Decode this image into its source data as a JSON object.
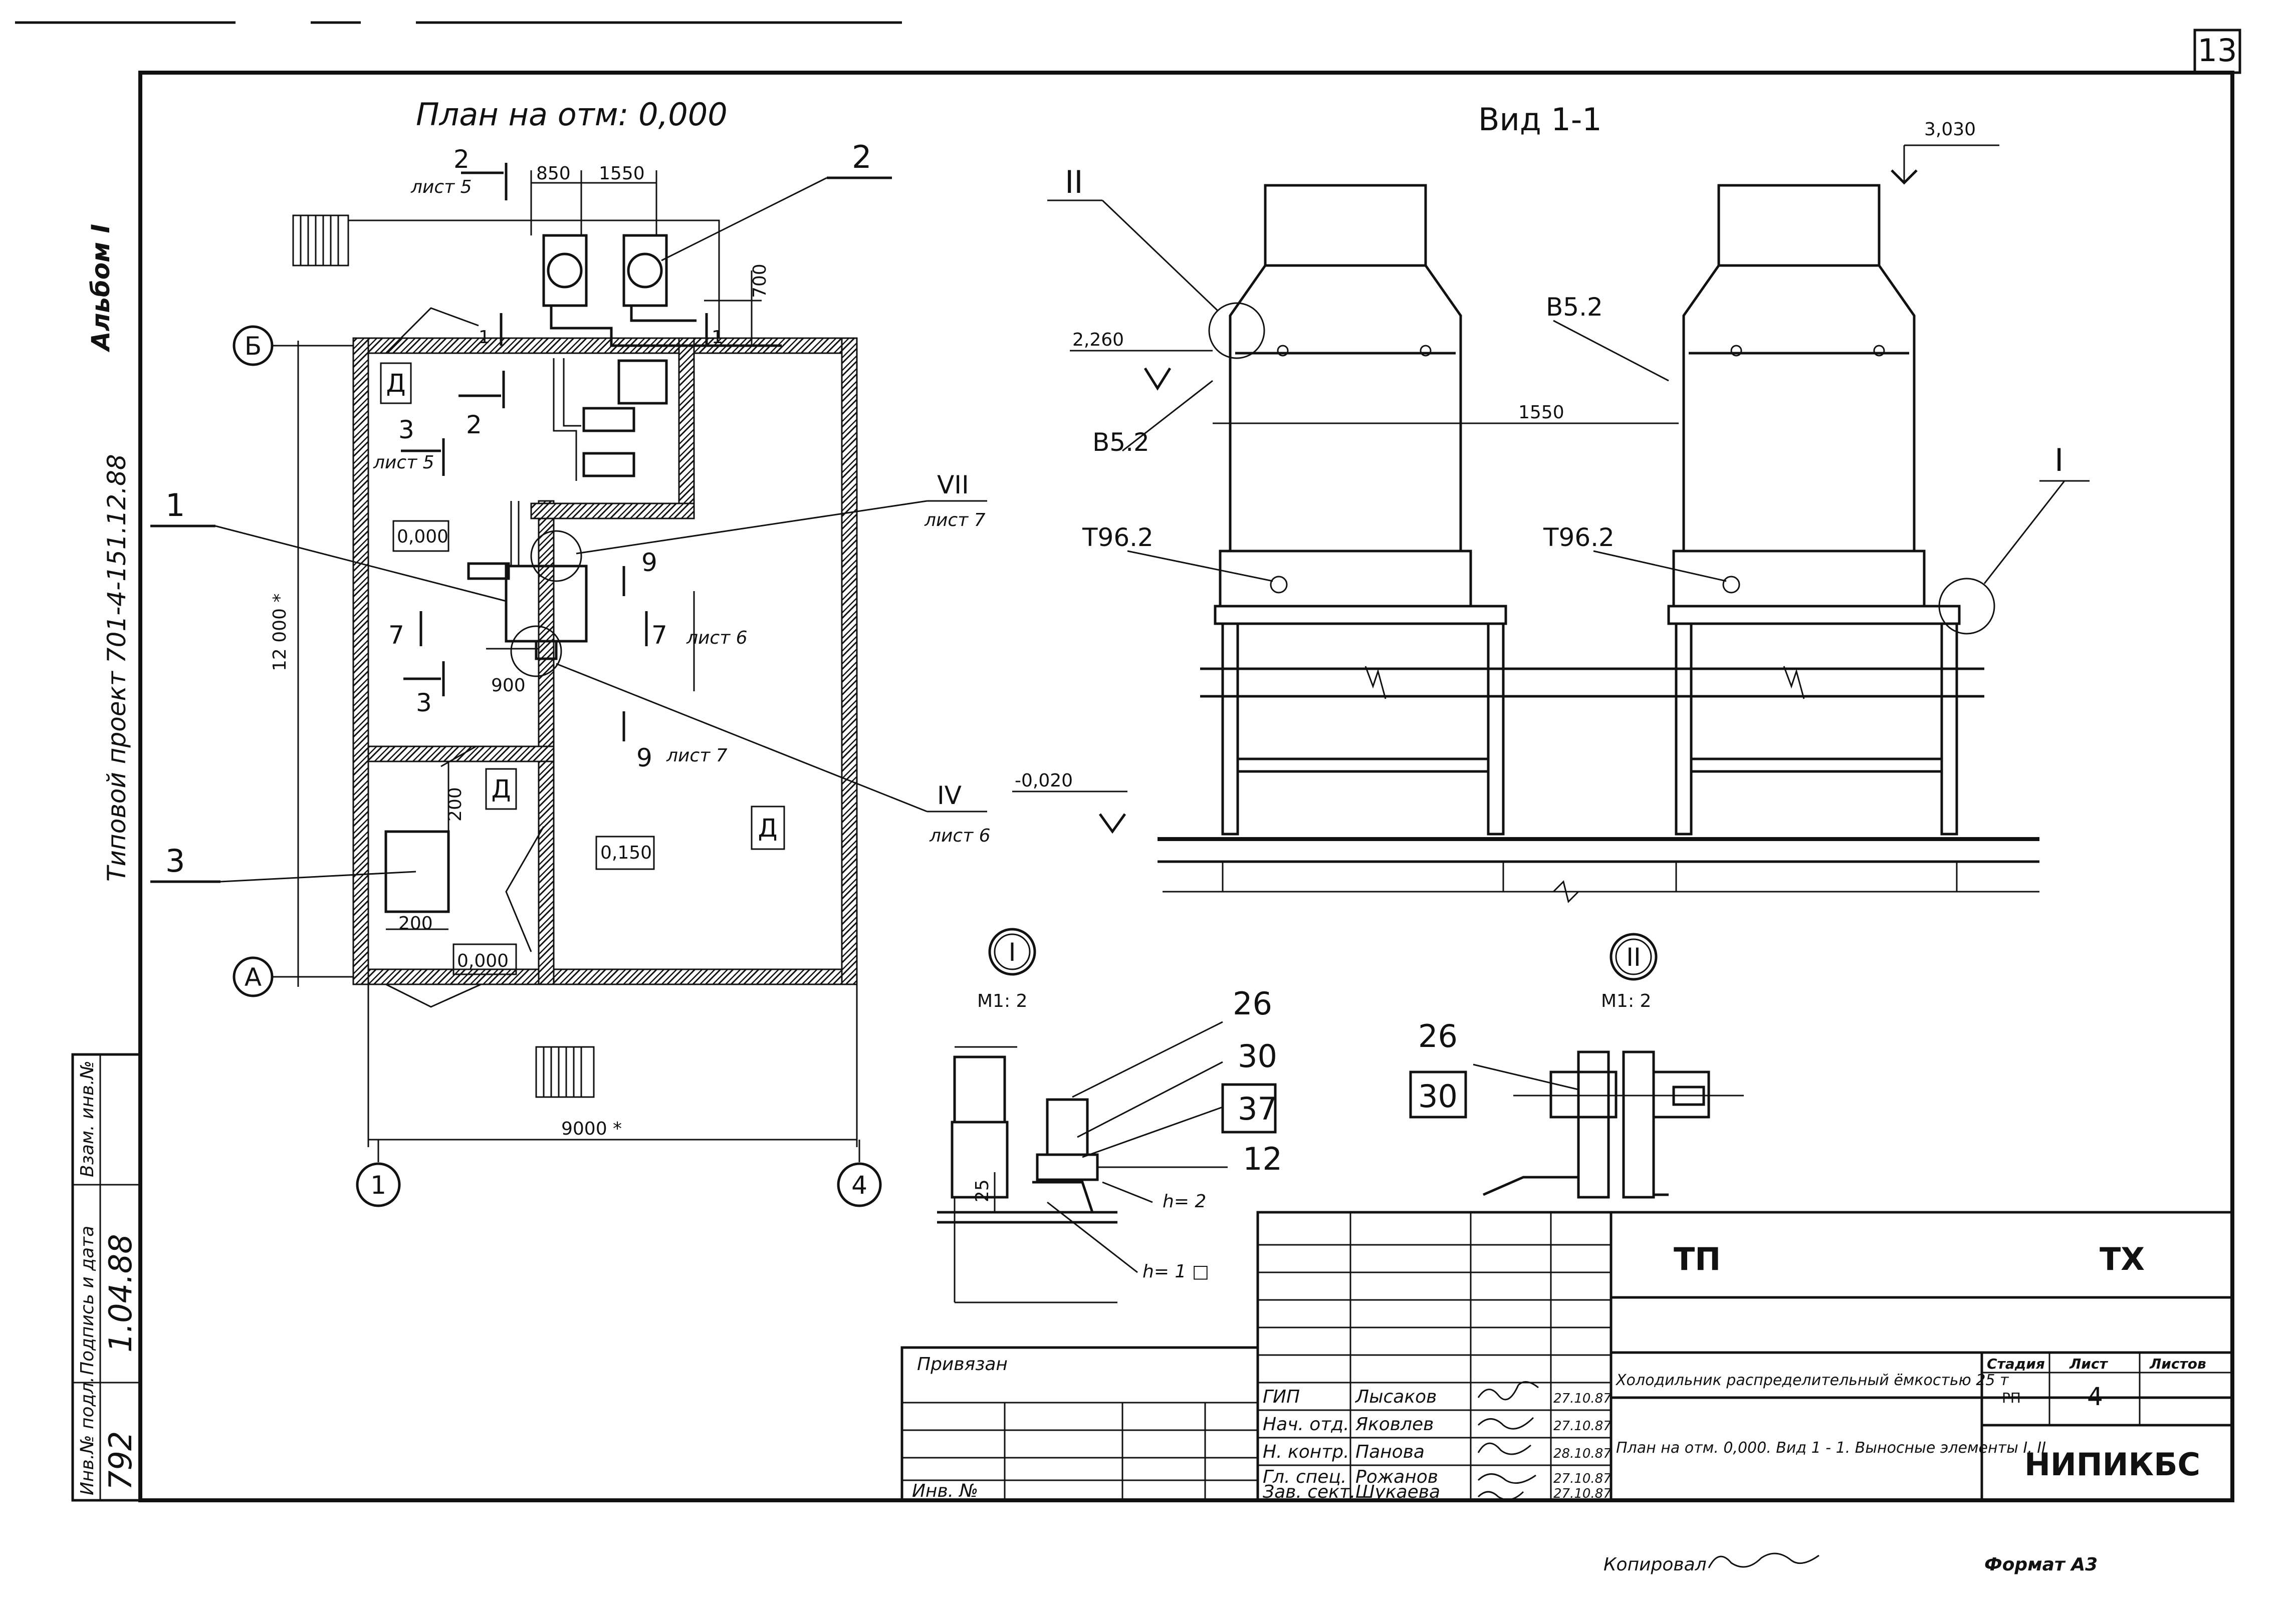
{
  "sheet_number": "13",
  "left_margin": {
    "album": "Альбом I",
    "project": "Типовой проект 701-4-151.12.88"
  },
  "stamp_left": {
    "inv_orig": "Инв.№ подл.",
    "signature_date": "Подпись и дата",
    "replace_inv": "Взам. инв.№",
    "inv_value": "792",
    "date_value": "1.04.88"
  },
  "plan": {
    "title": "План на отм: 0,000",
    "axes": {
      "b": "Б",
      "a": "А",
      "one": "1",
      "four": "4"
    },
    "dims": {
      "d850": "850",
      "d1550": "1550",
      "d700": "700",
      "d12000": "12 000 *",
      "d900": "900",
      "d200a": "200",
      "d200b": "200",
      "d9000": "9000 *"
    },
    "levels": {
      "l1": "0,000",
      "l2": "0,150",
      "l3": "0,000"
    },
    "rooms": {
      "r1": "Д",
      "r2": "Д",
      "r3": "Д"
    },
    "positions": {
      "p1": "1",
      "p2": "2",
      "p3": "3"
    },
    "section_marks": {
      "s2": "2",
      "s2_sheet": "лист 5",
      "s3": "3",
      "s3_sheet": "лист 5",
      "s2b": "2",
      "s3b": "3",
      "s7a": "7",
      "s7b": "7",
      "s7_sheet": "лист 6",
      "s9a": "9",
      "s9b": "9",
      "s9_sheet": "лист 7",
      "s11a": "1",
      "s11b": "1",
      "vii": "VII",
      "vii_sheet": "лист 7",
      "iv": "IV",
      "iv_sheet": "лист 6"
    }
  },
  "view": {
    "title": "Вид 1-1",
    "elev_top": "3,030",
    "elev_mid": "2,260",
    "elev_bottom": "-0,020",
    "dim_1550": "1550",
    "callout_i": "I",
    "callout_ii": "II",
    "label_b52_left": "B5.2",
    "label_b52_right": "B5.2",
    "label_t962_left": "T96.2",
    "label_t962_right": "T96.2"
  },
  "detail_i": {
    "mark": "I",
    "scale": "М1: 2",
    "dim25": "25",
    "callouts": [
      "26",
      "30",
      "37",
      "12"
    ],
    "note_h2": "h= 2",
    "note_h1": "h= 1 □"
  },
  "detail_ii": {
    "mark": "II",
    "scale": "М1: 2",
    "callouts": [
      "26",
      "30"
    ]
  },
  "title_block": {
    "privyazan": "Привязан",
    "inv_no": "Инв. №",
    "roles": [
      "ГИП",
      "Нач. отд.",
      "Н. контр.",
      "Гл. спец.",
      "Зав. сект."
    ],
    "names": [
      "Лысаков",
      "Яковлев",
      "Панова",
      "Рожанов",
      "Шукаева"
    ],
    "dates": [
      "27.10.87",
      "27.10.87",
      "28.10.87",
      "27.10.87",
      "27.10.87"
    ],
    "code_left": "ТП",
    "code_right": "ТХ",
    "object_name": "Холодильник распределительный ёмкостью 25 т",
    "sheet_desc": "План на отм. 0,000.  Вид 1 - 1. Выносные элементы I, II",
    "stage_hdr": "Стадия",
    "sheet_hdr": "Лист",
    "sheets_hdr": "Листов",
    "stage": "РП",
    "sheet": "4",
    "org": "НИПИКБС"
  },
  "footer": {
    "copied": "Копировал",
    "format": "Формат А3"
  }
}
